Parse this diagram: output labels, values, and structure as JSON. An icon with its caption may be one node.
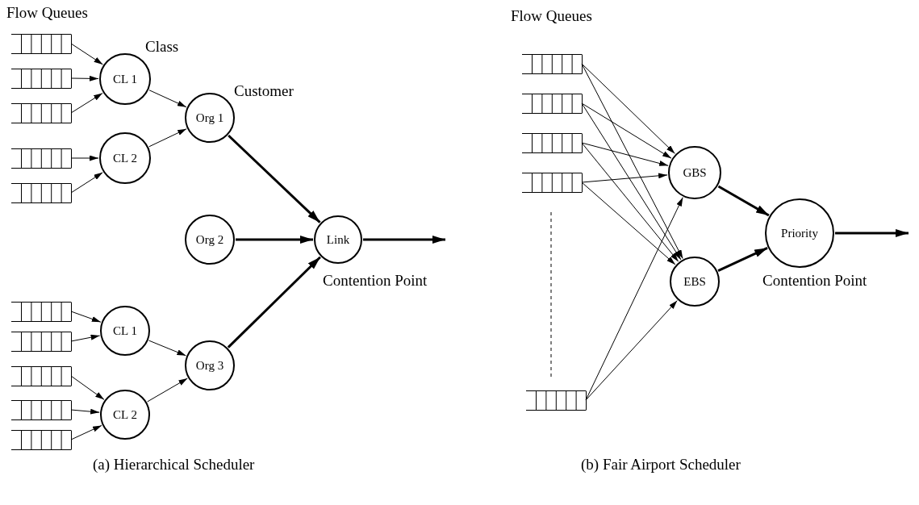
{
  "diagram": {
    "nodes": [
      {
        "text": [],
        "shape": "queue"
      },
      {
        "text": [],
        "shape": "queue"
      },
      {
        "text": [],
        "shape": "queue"
      },
      {
        "text": [],
        "shape": "queue"
      },
      {
        "text": [],
        "shape": "queue"
      },
      {
        "text": [
          "CL 1"
        ]
      },
      {
        "text": [
          "CL 2"
        ]
      },
      {
        "text": [
          "Org 1"
        ]
      },
      {
        "text": [
          "Org 2"
        ]
      },
      {
        "text": [
          "Link"
        ]
      },
      {
        "text": [],
        "shape": "queue"
      },
      {
        "text": [],
        "shape": "queue"
      },
      {
        "text": [],
        "shape": "queue"
      },
      {
        "text": [],
        "shape": "queue"
      },
      {
        "text": [],
        "shape": "queue"
      },
      {
        "text": [
          "CL 1"
        ]
      },
      {
        "text": [
          "CL 2"
        ]
      },
      {
        "text": [
          "Org 3"
        ]
      },
      {
        "text": [],
        "shape": "queue"
      },
      {
        "text": [],
        "shape": "queue"
      },
      {
        "text": [],
        "shape": "queue"
      },
      {
        "text": [],
        "shape": "queue"
      },
      {
        "text": [],
        "shape": "queue"
      },
      {
        "text": [
          "GBS"
        ]
      },
      {
        "text": [
          "EBS"
        ]
      },
      {
        "text": [
          "Priority"
        ]
      }
    ],
    "edges": [
      {
        "from": 0,
        "to": 5,
        "arrow": "to"
      },
      {
        "from": 1,
        "to": 5,
        "arrow": "to"
      },
      {
        "from": 2,
        "to": 5,
        "arrow": "to"
      },
      {
        "from": 3,
        "to": 6,
        "arrow": "to"
      },
      {
        "from": 4,
        "to": 6,
        "arrow": "to"
      },
      {
        "from": 5,
        "to": 7,
        "arrow": "to"
      },
      {
        "from": 6,
        "to": 7,
        "arrow": "to"
      },
      {
        "from": 7,
        "to": 9,
        "arrow": "to",
        "style": "thick"
      },
      {
        "from": 8,
        "to": 9,
        "arrow": "to",
        "style": "thick"
      },
      {
        "from": 10,
        "to": 15,
        "arrow": "to"
      },
      {
        "from": 11,
        "to": 15,
        "arrow": "to"
      },
      {
        "from": 12,
        "to": 16,
        "arrow": "to"
      },
      {
        "from": 13,
        "to": 16,
        "arrow": "to"
      },
      {
        "from": 14,
        "to": 16,
        "arrow": "to"
      },
      {
        "from": 15,
        "to": 17,
        "arrow": "to"
      },
      {
        "from": 16,
        "to": 17,
        "arrow": "to"
      },
      {
        "from": 17,
        "to": 9,
        "arrow": "to",
        "style": "thick"
      },
      {
        "from": 9,
        "to": null,
        "arrow": "to",
        "style": "thick"
      },
      {
        "from": 18,
        "to": 23,
        "arrow": "to"
      },
      {
        "from": 18,
        "to": 24,
        "arrow": "to"
      },
      {
        "from": 19,
        "to": 23,
        "arrow": "to"
      },
      {
        "from": 19,
        "to": 24,
        "arrow": "to"
      },
      {
        "from": 20,
        "to": 23,
        "arrow": "to"
      },
      {
        "from": 20,
        "to": 24,
        "arrow": "to"
      },
      {
        "from": 21,
        "to": 23,
        "arrow": "to"
      },
      {
        "from": 21,
        "to": 24,
        "arrow": "to"
      },
      {
        "from": 22,
        "to": 23,
        "arrow": "to"
      },
      {
        "from": 22,
        "to": 24,
        "arrow": "to"
      },
      {
        "from": 23,
        "to": 25,
        "arrow": "to",
        "style": "thick"
      },
      {
        "from": 24,
        "to": 25,
        "arrow": "to",
        "style": "thick"
      },
      {
        "from": 25,
        "to": null,
        "arrow": "to",
        "style": "thick"
      }
    ],
    "labels": [
      "Flow Queues",
      "Class",
      "Customer",
      "Contention Point",
      "(a) Hierarchical Scheduler",
      "Flow Queues",
      "Contention Point",
      "(b) Fair Airport Scheduler"
    ]
  }
}
